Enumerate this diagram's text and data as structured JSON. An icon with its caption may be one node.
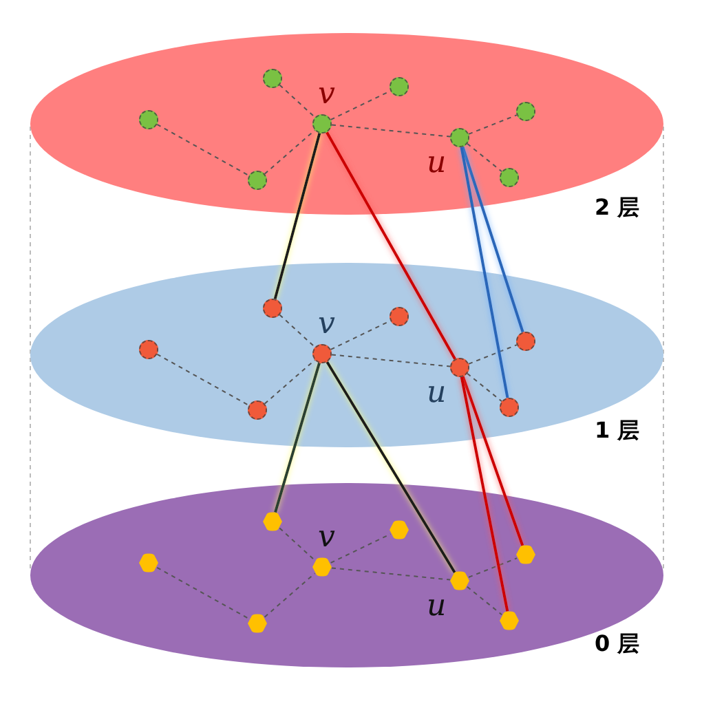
{
  "diagram": {
    "nodes": [
      {
        "text": [
          "2 层"
        ]
      },
      {
        "text": [],
        "shape": "circle",
        "in": 0
      },
      {
        "text": [],
        "shape": "circle",
        "in": 0
      },
      {
        "text": [],
        "shape": "circle",
        "in": 0
      },
      {
        "text": [],
        "shape": "circle",
        "in": 0,
        "beside": [
          "v"
        ]
      },
      {
        "text": [],
        "shape": "circle",
        "in": 0
      },
      {
        "text": [],
        "shape": "circle",
        "in": 0,
        "beside": [
          "u"
        ]
      },
      {
        "text": [],
        "shape": "circle",
        "in": 0
      },
      {
        "text": [],
        "shape": "circle",
        "in": 0
      },
      {
        "text": [
          "1 层"
        ]
      },
      {
        "text": [],
        "shape": "circle",
        "in": 9
      },
      {
        "text": [],
        "shape": "circle",
        "in": 9
      },
      {
        "text": [],
        "shape": "circle",
        "in": 9
      },
      {
        "text": [],
        "shape": "circle",
        "in": 9,
        "beside": [
          "v"
        ]
      },
      {
        "text": [],
        "shape": "circle",
        "in": 9
      },
      {
        "text": [],
        "shape": "circle",
        "in": 9,
        "beside": [
          "u"
        ]
      },
      {
        "text": [],
        "shape": "circle",
        "in": 9
      },
      {
        "text": [],
        "shape": "circle",
        "in": 9
      },
      {
        "text": [
          "0 层"
        ]
      },
      {
        "text": [],
        "shape": "hexagon",
        "in": 18
      },
      {
        "text": [],
        "shape": "hexagon",
        "in": 18
      },
      {
        "text": [],
        "shape": "hexagon",
        "in": 18
      },
      {
        "text": [],
        "shape": "hexagon",
        "in": 18,
        "beside": [
          "v"
        ]
      },
      {
        "text": [],
        "shape": "hexagon",
        "in": 18
      },
      {
        "text": [],
        "shape": "hexagon",
        "in": 18,
        "beside": [
          "u"
        ]
      },
      {
        "text": [],
        "shape": "hexagon",
        "in": 18
      },
      {
        "text": [],
        "shape": "hexagon",
        "in": 18
      }
    ],
    "edges": [
      {
        "from": 1,
        "to": 2,
        "arrow": "none",
        "style": "dashed"
      },
      {
        "from": 2,
        "to": 4,
        "arrow": "none",
        "style": "dashed"
      },
      {
        "from": 3,
        "to": 4,
        "arrow": "none",
        "style": "dashed"
      },
      {
        "from": 4,
        "to": 5,
        "arrow": "none",
        "style": "dashed"
      },
      {
        "from": 4,
        "to": 6,
        "arrow": "none",
        "style": "dashed"
      },
      {
        "from": 6,
        "to": 8,
        "arrow": "none",
        "style": "dashed"
      },
      {
        "from": 6,
        "to": 7,
        "arrow": "none",
        "style": "dashed"
      },
      {
        "from": 10,
        "to": 11,
        "arrow": "none",
        "style": "dashed"
      },
      {
        "from": 11,
        "to": 13,
        "arrow": "none",
        "style": "dashed"
      },
      {
        "from": 12,
        "to": 13,
        "arrow": "none",
        "style": "dashed"
      },
      {
        "from": 13,
        "to": 14,
        "arrow": "none",
        "style": "dashed"
      },
      {
        "from": 13,
        "to": 15,
        "arrow": "none",
        "style": "dashed"
      },
      {
        "from": 15,
        "to": 17,
        "arrow": "none",
        "style": "dashed"
      },
      {
        "from": 15,
        "to": 16,
        "arrow": "none",
        "style": "dashed"
      },
      {
        "from": 19,
        "to": 20,
        "arrow": "none",
        "style": "dashed"
      },
      {
        "from": 20,
        "to": 22,
        "arrow": "none",
        "style": "dashed"
      },
      {
        "from": 21,
        "to": 22,
        "arrow": "none",
        "style": "dashed"
      },
      {
        "from": 22,
        "to": 23,
        "arrow": "none",
        "style": "dashed"
      },
      {
        "from": 22,
        "to": 24,
        "arrow": "none",
        "style": "dashed"
      },
      {
        "from": 24,
        "to": 26,
        "arrow": "none",
        "style": "dashed"
      },
      {
        "from": 24,
        "to": 25,
        "arrow": "none",
        "style": "dashed"
      },
      {
        "from": 4,
        "to": 12,
        "arrow": "none",
        "color": "#1a1a1a"
      },
      {
        "from": 4,
        "to": 15,
        "arrow": "none",
        "color": "#cc0000"
      },
      {
        "from": 6,
        "to": 17,
        "arrow": "none",
        "color": "#2a66b8"
      },
      {
        "from": 6,
        "to": 16,
        "arrow": "none",
        "color": "#2a66b8"
      },
      {
        "from": 13,
        "to": 21,
        "arrow": "none",
        "color": "#2b3f33"
      },
      {
        "from": 13,
        "to": 24,
        "arrow": "none",
        "color": "#1a1a1a"
      },
      {
        "from": 15,
        "to": 26,
        "arrow": "none",
        "color": "#cc0000"
      },
      {
        "from": 15,
        "to": 25,
        "arrow": "none",
        "color": "#cc0000"
      }
    ]
  }
}
